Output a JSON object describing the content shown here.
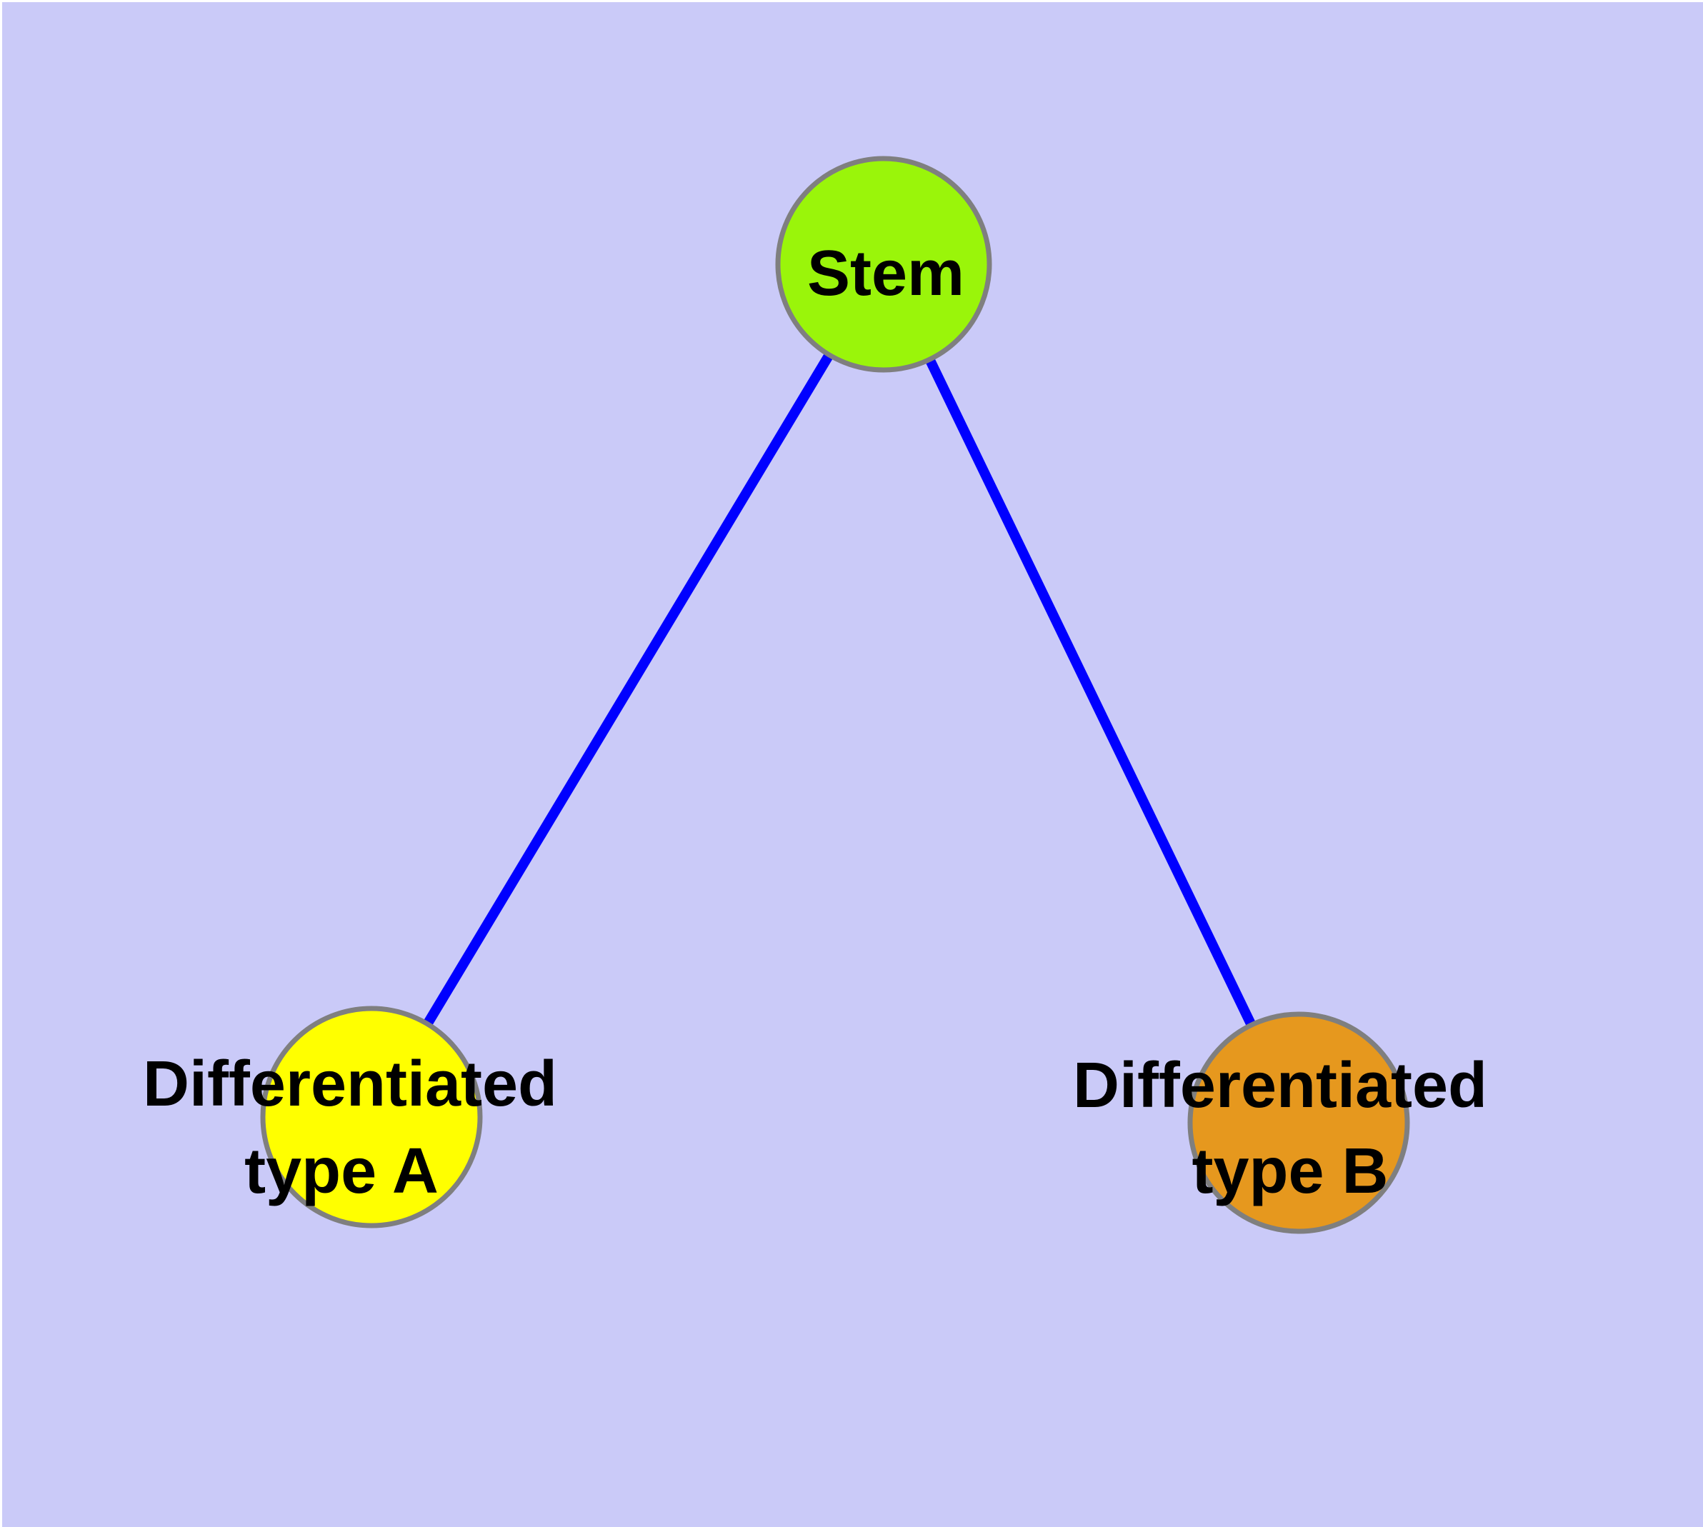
{
  "diagram": {
    "background_color": "#CACAF8",
    "edge_color": "#0000FF",
    "node_border_color": "#7F7F7F",
    "label_color": "#000000",
    "nodes": {
      "stem": {
        "label": "Stem",
        "fill": "#9AF50A"
      },
      "type_a": {
        "label_line1": "Differentiated",
        "label_line2": "type A",
        "fill": "#FFFF00"
      },
      "type_b": {
        "label_line1": "Differentiated",
        "label_line2": "type B",
        "fill": "#E6981E"
      }
    },
    "edges": [
      {
        "from": "Stem",
        "to": "Differentiated type A"
      },
      {
        "from": "Stem",
        "to": "Differentiated type B"
      }
    ]
  }
}
